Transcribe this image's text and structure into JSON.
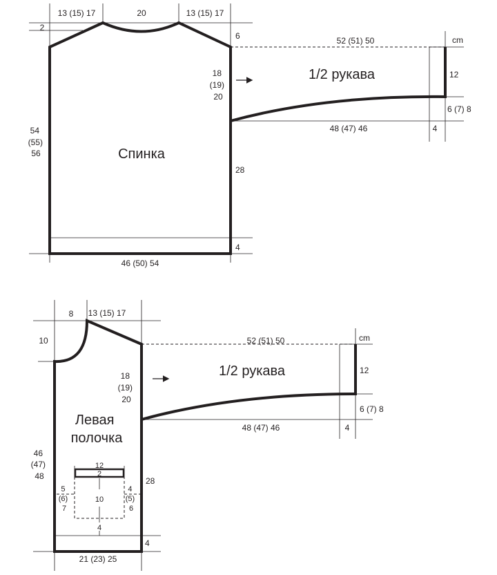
{
  "back": {
    "title": "Спинка",
    "shoulder_left": "13 (15) 17",
    "neck_width": "20",
    "shoulder_right": "13 (15) 17",
    "neck_depth": "2",
    "shoulder_drop": "6",
    "armhole": [
      "18",
      "(19)",
      "20"
    ],
    "total_length": [
      "54",
      "(55)",
      "56"
    ],
    "side_length": "28",
    "rib": "4",
    "width": "46 (50) 54"
  },
  "back_sleeve": {
    "title": "1/2 рукава",
    "unit": "cm",
    "top_length": "52 (51) 50",
    "cuff_height": "12",
    "cuff_width": "6 (7) 8",
    "bottom_length": "48 (47) 46",
    "cuff_rib": "4"
  },
  "front": {
    "title": [
      "Левая",
      "полочка"
    ],
    "neck_width": "8",
    "shoulder": "13 (15) 17",
    "neck_depth": "10",
    "armhole": [
      "18",
      "(19)",
      "20"
    ],
    "total_length": [
      "46",
      "(47)",
      "48"
    ],
    "side_length": "28",
    "rib": "4",
    "width": "21 (23) 25",
    "pocket": {
      "width": "12",
      "band": "2",
      "height": "10",
      "left_offset": [
        "5",
        "(6)",
        "7"
      ],
      "right_offset": [
        "4",
        "(5)",
        "6"
      ],
      "bottom_offset": "4"
    }
  },
  "front_sleeve": {
    "title": "1/2 рукава",
    "unit": "cm",
    "top_length": "52 (51) 50",
    "cuff_height": "12",
    "cuff_width": "6 (7) 8",
    "bottom_length": "48 (47) 46",
    "cuff_rib": "4"
  }
}
